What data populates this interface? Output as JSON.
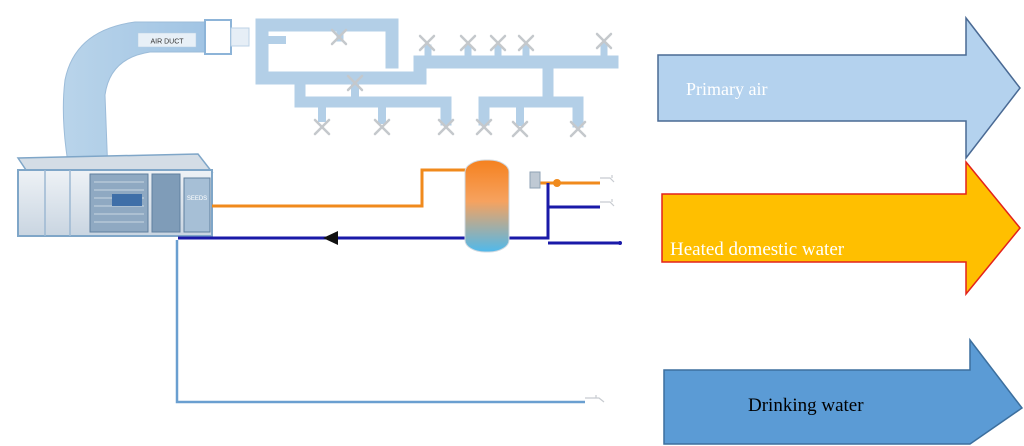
{
  "diagram": {
    "air_duct_label": "AIR DUCT",
    "unit_badge": "SEEDS",
    "colors": {
      "duct": "#a9c9e4",
      "duct_edge": "#8db4d8",
      "hot_pipe": "#f08a1c",
      "return_pipe": "#1a1aa8",
      "cold_pipe": "#6a9fd0",
      "tank_top": "#f5811f",
      "tank_bottom": "#4fb9ec",
      "unit_body": "#dfe6ee",
      "unit_frame": "#7fa6c8"
    }
  },
  "legend": [
    {
      "id": "primary-air",
      "label": "Primary air",
      "fill": "#b4d2ee",
      "stroke": "#4a6a94",
      "text_color": "#ffffff"
    },
    {
      "id": "heated-domestic-water",
      "label": "Heated domestic water",
      "fill": "#ffbf00",
      "stroke": "#e3221b",
      "text_color": "#ffffff"
    },
    {
      "id": "drinking-water",
      "label": "Drinking water",
      "fill": "#5b9bd5",
      "stroke": "#3c6f9e",
      "text_color": "#000000"
    }
  ]
}
